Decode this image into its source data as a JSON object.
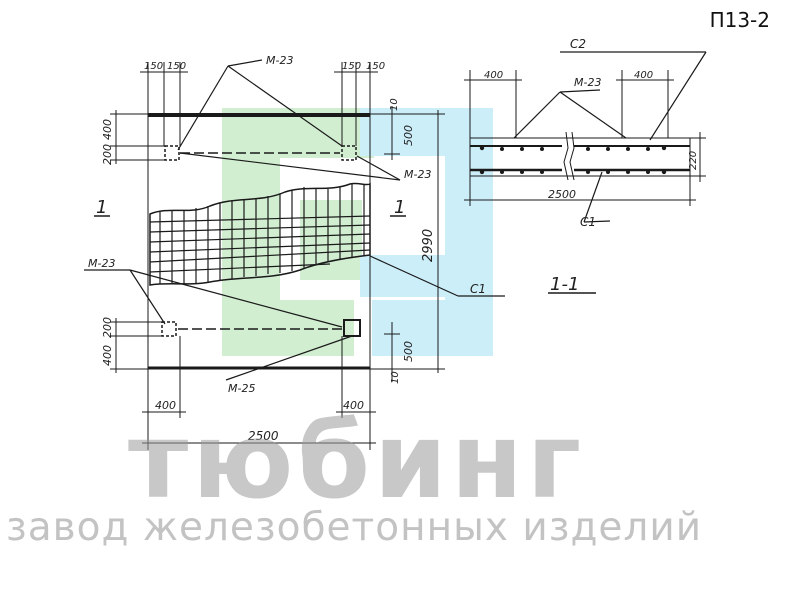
{
  "sheet_code": "П13-2",
  "plan": {
    "dim_top_left": [
      "150",
      "150"
    ],
    "dim_top_right": [
      "150",
      "150"
    ],
    "dim_left_top": [
      "400",
      "200"
    ],
    "dim_left_bottom": [
      "200",
      "400"
    ],
    "dim_right_top": [
      "10",
      "500"
    ],
    "dim_right_bottom": [
      "500",
      "10"
    ],
    "dim_height": "2990",
    "dim_bottom_left": "400",
    "dim_bottom_right": "400",
    "dim_width": "2500",
    "section_mark_left": "1",
    "section_mark_right": "1",
    "label_m23_top": "М-23",
    "label_m23_right": "М-23",
    "label_m23_left": "М-23",
    "label_m25": "М-25",
    "label_c1": "С1"
  },
  "section": {
    "title": "1-1",
    "label_c2": "С2",
    "label_m23": "М-23",
    "label_c1": "С1",
    "dim_left": "400",
    "dim_right": "400",
    "dim_length": "2500",
    "dim_height": "220"
  },
  "watermark": {
    "brand": "тюбинг",
    "tagline": "завод железобетонных изделий",
    "colors": {
      "green": "#7ed07e",
      "blue": "#6ed0ee",
      "gray": "#9c9c9c"
    }
  }
}
